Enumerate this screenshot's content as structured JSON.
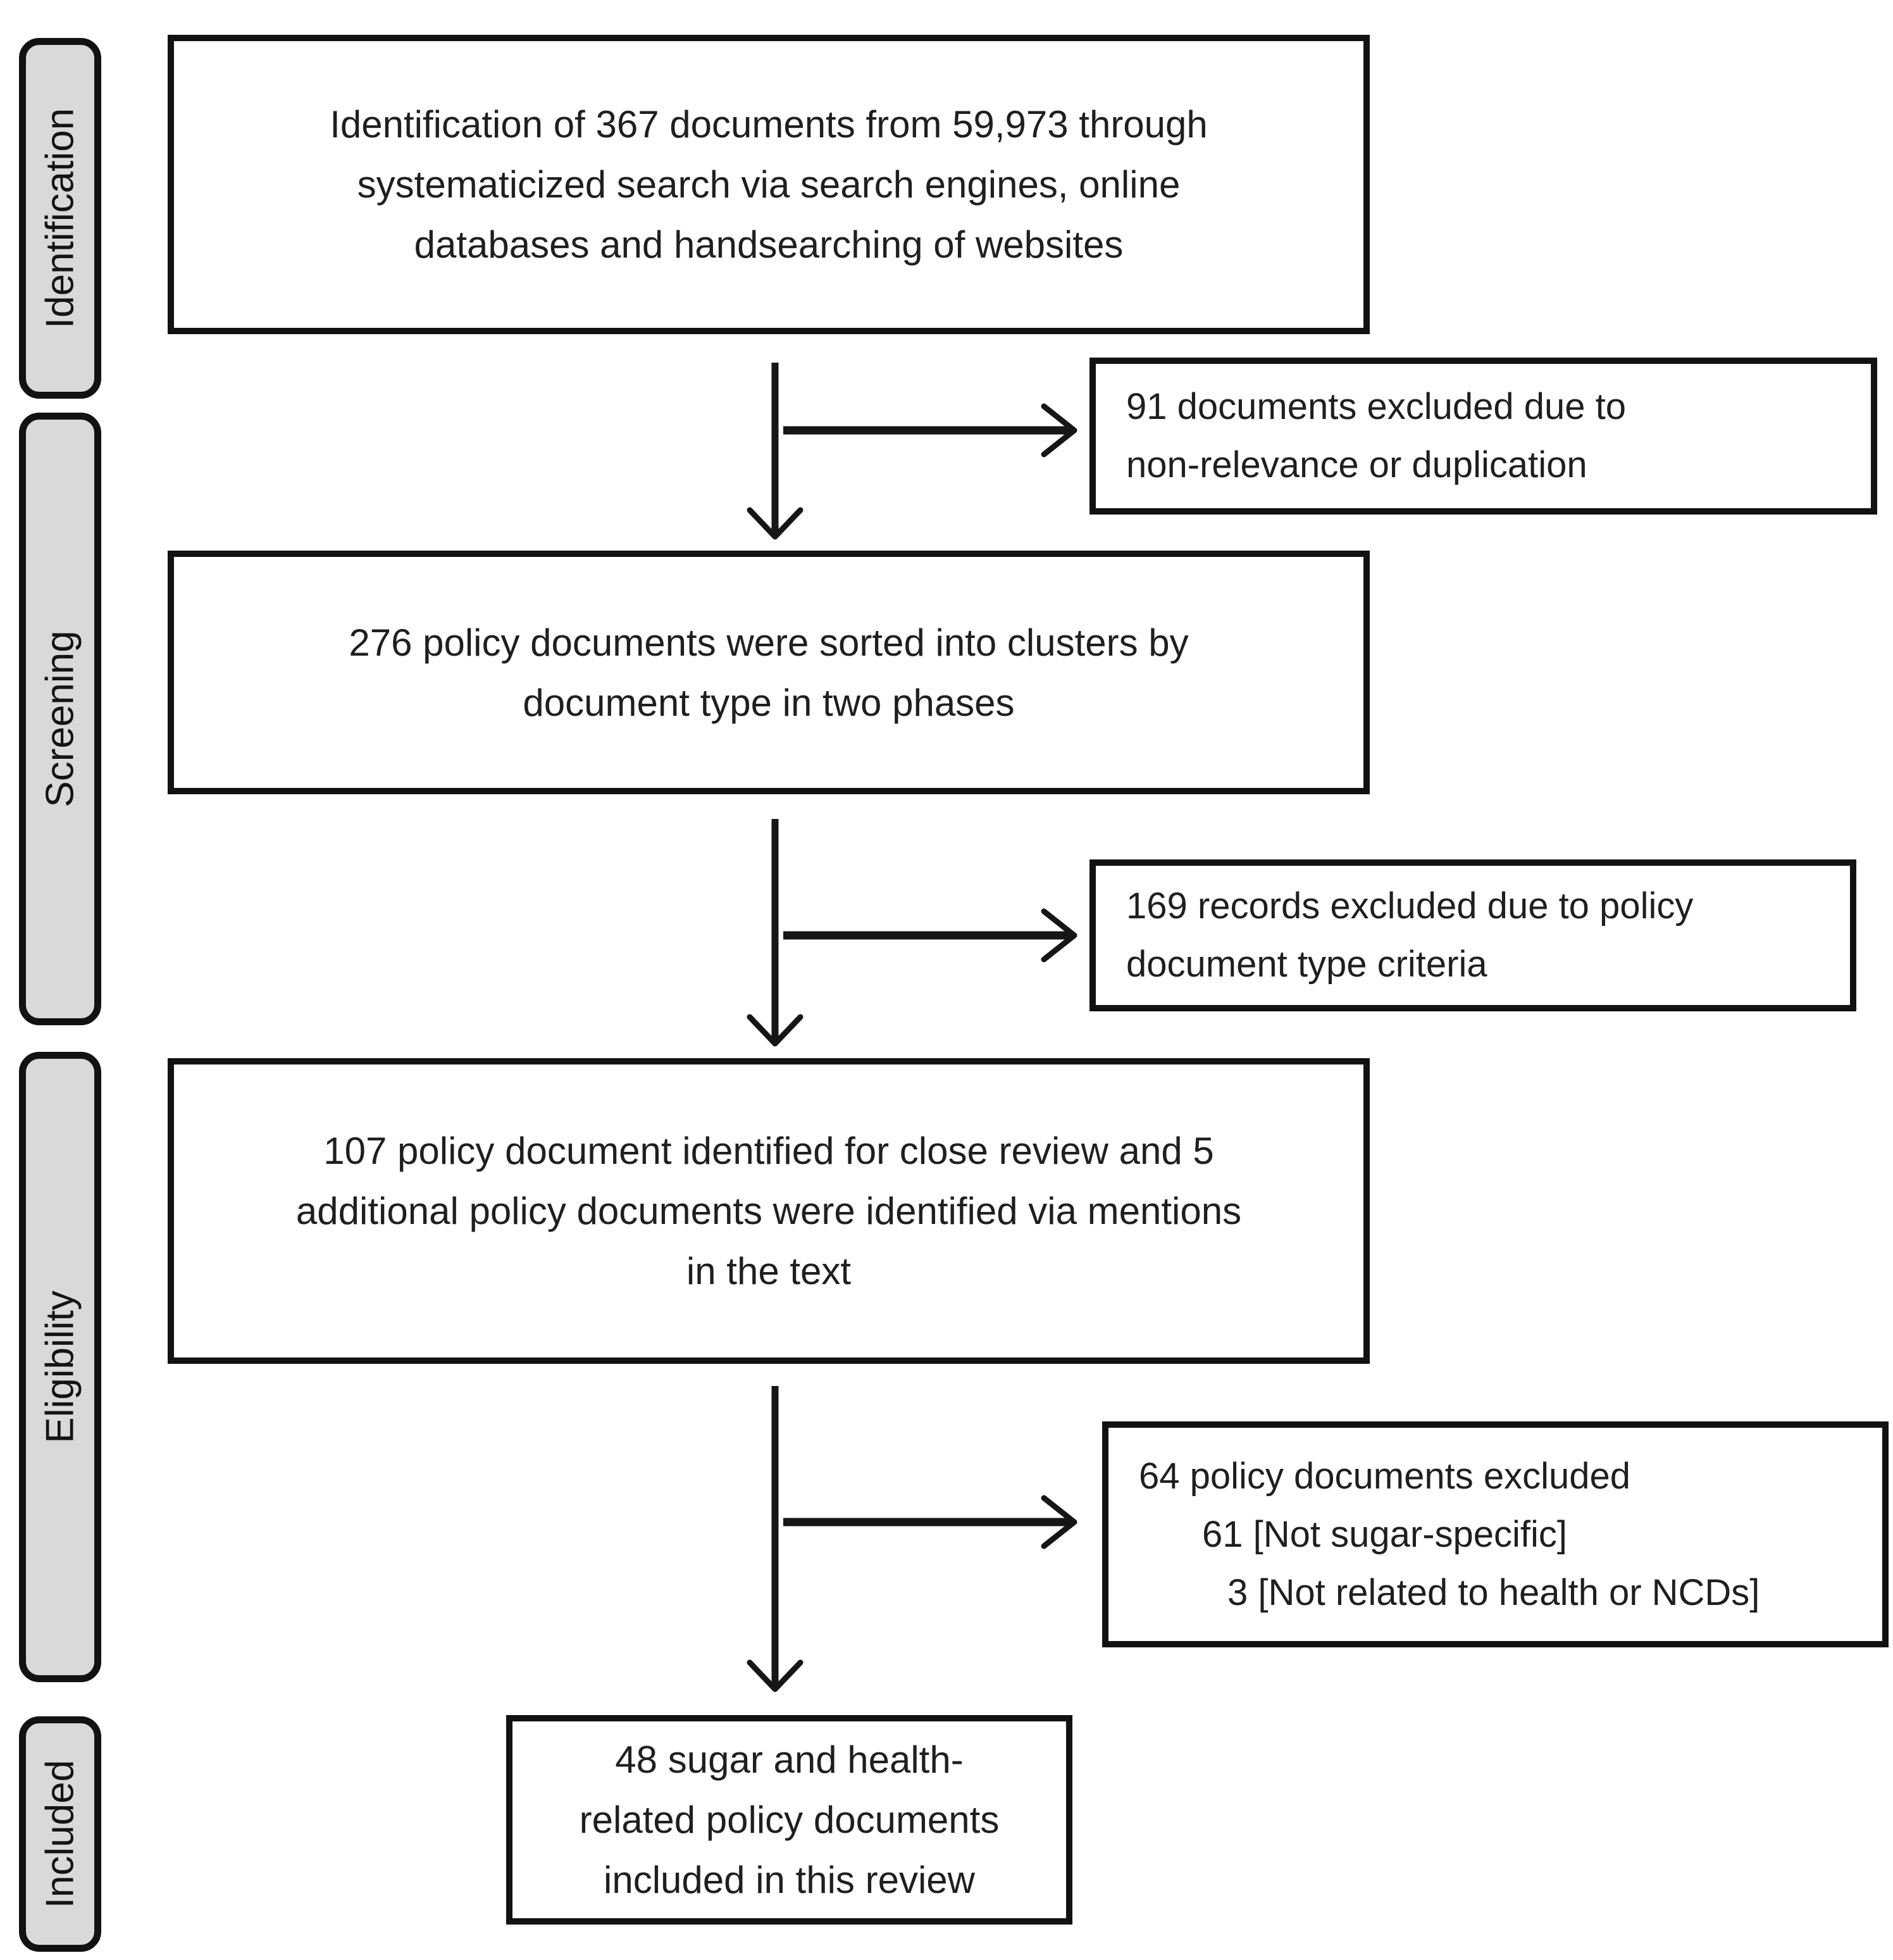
{
  "diagram": {
    "stages": [
      {
        "label": "Identification"
      },
      {
        "label": "Screening"
      },
      {
        "label": "Eligibility"
      },
      {
        "label": "Included"
      }
    ],
    "flow_boxes": {
      "identification": {
        "line1": "Identification of 367 documents from 59,973 through",
        "line2": "systematicized search via search engines, online",
        "line3": "databases and handsearching of websites"
      },
      "screening": {
        "line1": "276 policy documents were sorted into clusters by",
        "line2": "document type in two phases"
      },
      "eligibility": {
        "line1": "107 policy document identified for close review and 5",
        "line2": "additional policy documents were identified via mentions",
        "line3": "in the text"
      },
      "included": {
        "line1": "48 sugar and health-",
        "line2": "related policy documents",
        "line3": "included in this review"
      }
    },
    "exclusion_boxes": {
      "screening": {
        "line1": "91 documents excluded due to",
        "line2": "non-relevance or duplication"
      },
      "eligibility": {
        "line1": "169 records excluded due to policy",
        "line2": "document type criteria"
      },
      "included": {
        "line1": "64 policy documents excluded",
        "line2": "61 [Not sugar-specific]",
        "line3": "3 [Not related to health or NCDs]"
      }
    },
    "colors": {
      "stage_fill": "#d9d9d9",
      "box_border": "#121212",
      "text": "#1f1f1f",
      "background": "#ffffff"
    }
  }
}
